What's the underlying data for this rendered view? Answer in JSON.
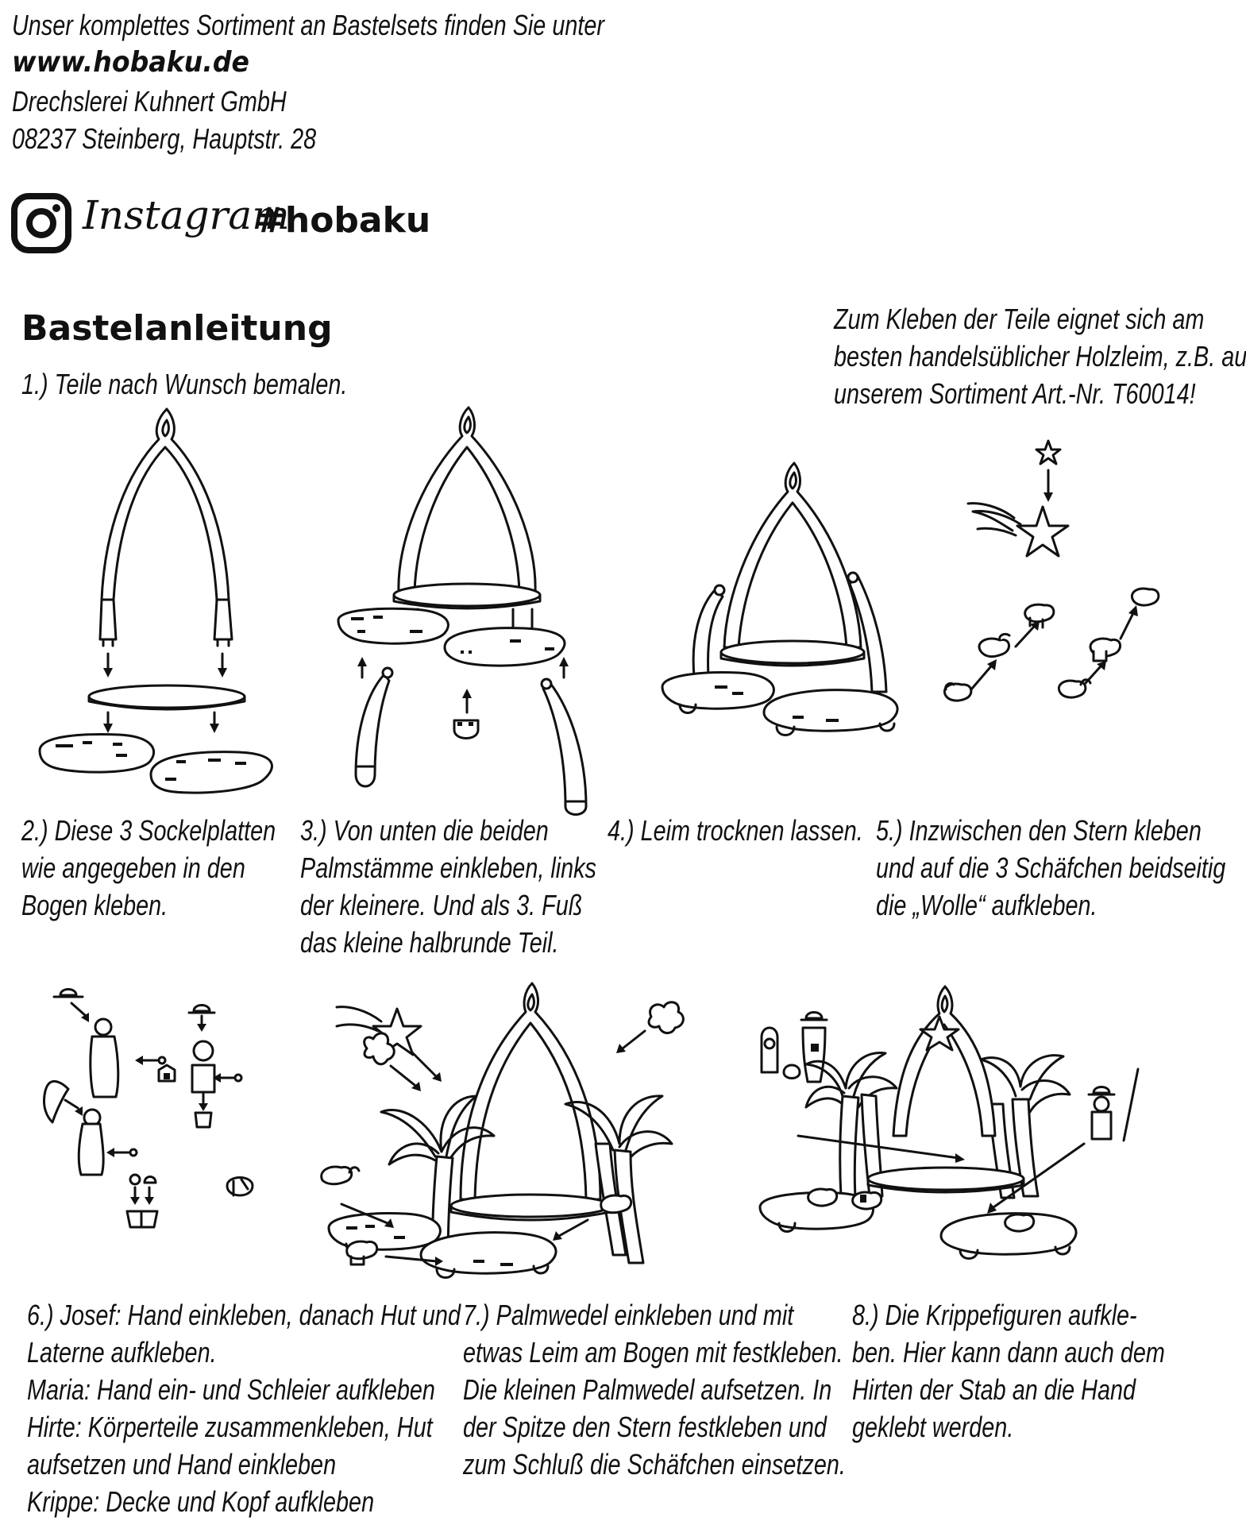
{
  "header": {
    "line1": "Unser komplettes Sortiment an Bastelsets finden Sie unter",
    "url": "www.hobaku.de",
    "company": "Drechslerei Kuhnert GmbH",
    "address": "08237 Steinberg, Hauptstr. 28"
  },
  "instagram": {
    "label": "Instagram",
    "hashtag": "#hobaku",
    "icon": "instagram-icon"
  },
  "title": "Bastelanleitung",
  "glue_note": {
    "lines": [
      "Zum Kleben der Teile eignet sich am",
      "besten handelsüblicher Holzleim, z.B. aus",
      "unserem Sortiment Art.-Nr. T60014!"
    ]
  },
  "steps": [
    {
      "lines": [
        "1.) Teile nach Wunsch bemalen."
      ]
    },
    {
      "lines": [
        "2.) Diese 3 Sockelplatten",
        "wie angegeben in den",
        "Bogen kleben."
      ]
    },
    {
      "lines": [
        "3.) Von unten die beiden",
        "Palmstämme einkleben, links",
        "der kleinere. Und als 3. Fuß",
        "das kleine halbrunde Teil."
      ]
    },
    {
      "lines": [
        "4.) Leim trocknen lassen."
      ]
    },
    {
      "lines": [
        "5.) Inzwischen den Stern kleben",
        "und auf die 3 Schäfchen beidseitig",
        "die „Wolle“ aufkleben."
      ]
    },
    {
      "lines": [
        "6.) Josef: Hand einkleben, danach Hut und",
        "Laterne aufkleben.",
        "Maria: Hand ein- und Schleier aufkleben",
        "Hirte: Körperteile zusammenkleben, Hut",
        "aufsetzen und Hand einkleben",
        "Krippe: Decke und Kopf aufkleben"
      ]
    },
    {
      "lines": [
        "7.) Palmwedel einkleben und mit",
        "etwas Leim am Bogen mit festkleben.",
        "Die kleinen Palmwedel aufsetzen. In",
        "der Spitze den Stern festkleben und",
        "zum Schluß die Schäfchen einsetzen."
      ]
    },
    {
      "lines": [
        "8.) Die Krippefiguren aufkle-",
        "ben. Hier kann dann auch dem",
        "Hirten der Stab an die Hand",
        "geklebt werden."
      ]
    }
  ]
}
